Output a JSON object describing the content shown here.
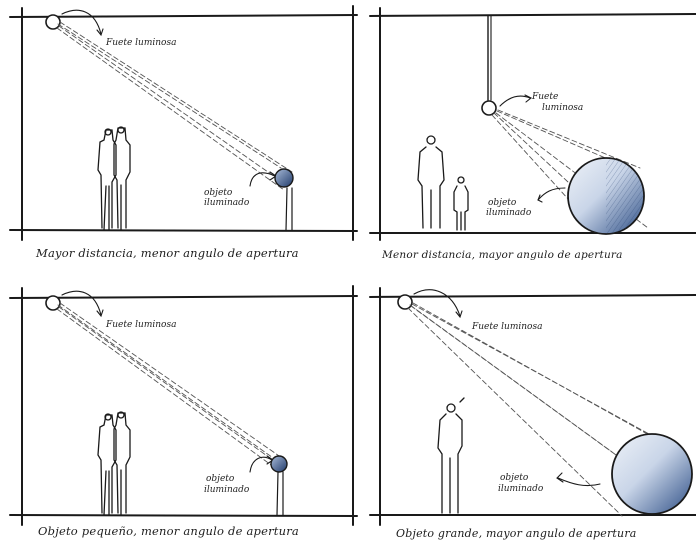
{
  "panels": [
    {
      "light_label": "Fuete luminosa",
      "object_label_1": "objeto",
      "object_label_2": "iluminado",
      "caption": "Mayor distancia, menor angulo de apertura"
    },
    {
      "light_label_1": "Fuete",
      "light_label_2": "luminosa",
      "object_label_1": "objeto",
      "object_label_2": "iluminado",
      "caption": "Menor distancia, mayor angulo de apertura"
    },
    {
      "light_label": "Fuete luminosa",
      "object_label_1": "objeto",
      "object_label_2": "iluminado",
      "caption": "Objeto pequeño, menor angulo de apertura"
    },
    {
      "light_label": "Fuete luminosa",
      "object_label_1": "objeto",
      "object_label_2": "iluminado",
      "caption": "Objeto grande, mayor angulo de apertura"
    }
  ],
  "colors": {
    "ink": "#1a1a1a",
    "shade_dark": "#2e4f86",
    "shade_light": "#d9e2f0"
  }
}
